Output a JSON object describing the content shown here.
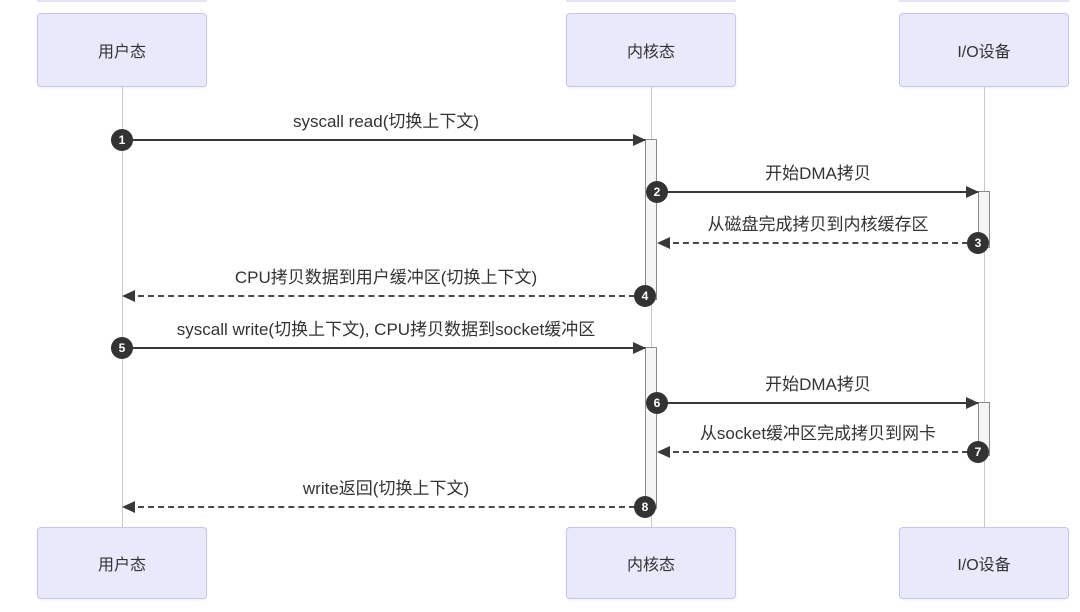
{
  "diagram": {
    "type": "sequence-diagram",
    "topic": "read/write syscall data copy flow",
    "actors": [
      {
        "id": "user",
        "label": "用户态"
      },
      {
        "id": "kernel",
        "label": "内核态"
      },
      {
        "id": "io",
        "label": "I/O设备"
      }
    ],
    "messages": [
      {
        "num": "1",
        "from": "user",
        "to": "kernel",
        "style": "solid",
        "label": "syscall read(切换上下文)"
      },
      {
        "num": "2",
        "from": "kernel",
        "to": "io",
        "style": "solid",
        "label": "开始DMA拷贝"
      },
      {
        "num": "3",
        "from": "io",
        "to": "kernel",
        "style": "dashed",
        "label": "从磁盘完成拷贝到内核缓存区"
      },
      {
        "num": "4",
        "from": "kernel",
        "to": "user",
        "style": "dashed",
        "label": "CPU拷贝数据到用户缓冲区(切换上下文)"
      },
      {
        "num": "5",
        "from": "user",
        "to": "kernel",
        "style": "solid",
        "label": "syscall write(切换上下文), CPU拷贝数据到socket缓冲区"
      },
      {
        "num": "6",
        "from": "kernel",
        "to": "io",
        "style": "solid",
        "label": "开始DMA拷贝"
      },
      {
        "num": "7",
        "from": "io",
        "to": "kernel",
        "style": "dashed",
        "label": "从socket缓冲区完成拷贝到网卡"
      },
      {
        "num": "8",
        "from": "kernel",
        "to": "user",
        "style": "dashed",
        "label": "write返回(切换上下文)"
      }
    ],
    "activations": [
      {
        "lifeline": "kernel",
        "from_msg": "1",
        "to_msg": "4"
      },
      {
        "lifeline": "io",
        "from_msg": "2",
        "to_msg": "3"
      },
      {
        "lifeline": "kernel",
        "from_msg": "5",
        "to_msg": "8"
      },
      {
        "lifeline": "io",
        "from_msg": "6",
        "to_msg": "7"
      }
    ],
    "colors": {
      "background": "#ffffff",
      "actor_box_fill": "#e9e9fb",
      "actor_box_border": "#c6c6ec",
      "text": "#333333",
      "message_line": "#383838",
      "lifeline": "#c9c9c9",
      "activation_fill": "#f5f5f5",
      "activation_border": "#8a8a8a",
      "marker_fill": "#333333",
      "marker_text": "#ffffff"
    }
  }
}
